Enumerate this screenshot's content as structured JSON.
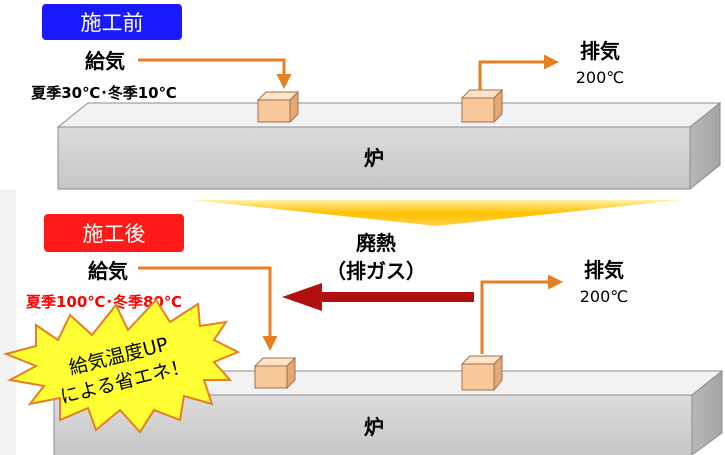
{
  "before": {
    "badge": "施工前",
    "supply_label": "給気",
    "supply_temp": "夏季30℃･冬季10℃",
    "exhaust_label": "排気",
    "exhaust_temp": "200℃",
    "furnace_label": "炉"
  },
  "after": {
    "badge": "施工後",
    "supply_label": "給気",
    "supply_temp": "夏季100℃･冬季80℃",
    "exhaust_label": "排気",
    "exhaust_temp": "200℃",
    "furnace_label": "炉",
    "waste_heat_line1": "廃熱",
    "waste_heat_line2": "（排ガス）",
    "burst_line1": "給気温度UP",
    "burst_line2": "による省エネ！"
  },
  "colors": {
    "before_badge": "#1a1aff",
    "after_badge": "#ff1a1a",
    "arrow_orange": "#e67e22",
    "waste_arrow": "#b01010",
    "red_text": "#ff0000",
    "furnace_fill": "#d0d0d0",
    "furnace_top": "#f0f0f0",
    "block_fill": "#f8c89a",
    "chevron_yellow": "#ffc000",
    "burst_fill": "#ffff33"
  }
}
